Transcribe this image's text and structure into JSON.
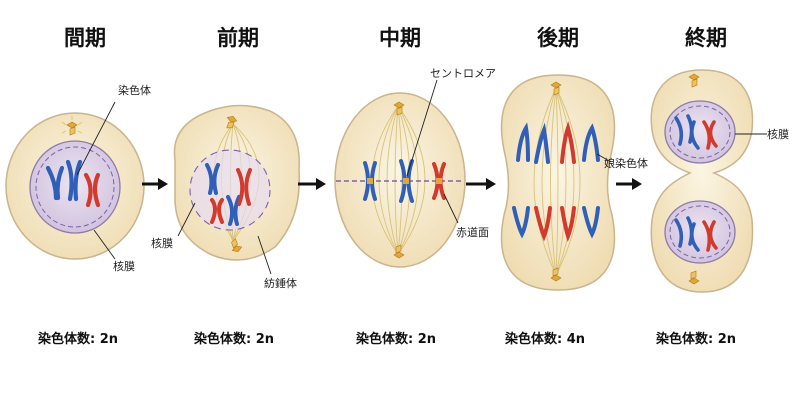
{
  "stages": [
    {
      "id": "interphase",
      "title": "間期",
      "count_label": "染色体数: 2n"
    },
    {
      "id": "prophase",
      "title": "前期",
      "count_label": "染色体数: 2n"
    },
    {
      "id": "metaphase",
      "title": "中期",
      "count_label": "染色体数: 2n"
    },
    {
      "id": "anaphase",
      "title": "後期",
      "count_label": "染色体数: 4n"
    },
    {
      "id": "telophase",
      "title": "終期",
      "count_label": "染色体数: 2n"
    }
  ],
  "callouts": {
    "chromosome": "染色体",
    "nuclear_membrane_1": "核膜",
    "nuclear_membrane_2": "核膜",
    "spindle": "紡錘体",
    "centromere": "セントロメア",
    "equatorial_plane": "赤道面",
    "daughter_chromosome": "娘染色体",
    "nuclear_membrane_3": "核膜"
  },
  "colors": {
    "cytoplasm": "#f6ebcf",
    "cell_outline": "#c9b48c",
    "nucleus": "#ddd3e6",
    "nucleus_outline": "#8e7aa6",
    "chromosome_blue": "#2f5fb8",
    "chromosome_red": "#d23a2e",
    "centrosome": "#e2a63a",
    "spindle_fiber": "#d8c27a",
    "equator_line": "#6a4a9a",
    "arrow": "#111111"
  },
  "icons": [
    "arrow-right-icon"
  ]
}
